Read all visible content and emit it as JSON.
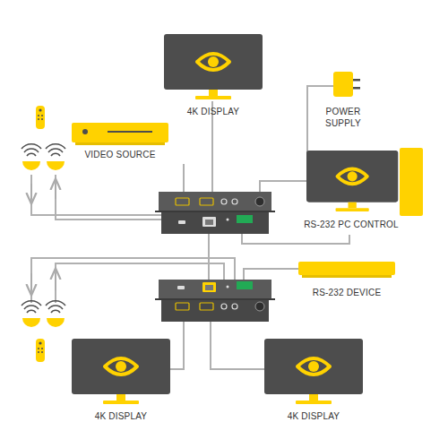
{
  "diagram": {
    "nodes": [
      {
        "text": [
          "4K DISPLAY"
        ]
      },
      {
        "text": [
          "POWER SUPPLY"
        ]
      },
      {
        "text": [
          "VIDEO SOURCE"
        ]
      },
      {
        "text": [
          "RS-232 PC CONTROL"
        ]
      },
      {
        "text": [
          "RS-232 DEVICE"
        ]
      },
      {
        "text": [
          "4K DISPLAY"
        ]
      },
      {
        "text": [
          "4K DISPLAY"
        ]
      }
    ]
  }
}
